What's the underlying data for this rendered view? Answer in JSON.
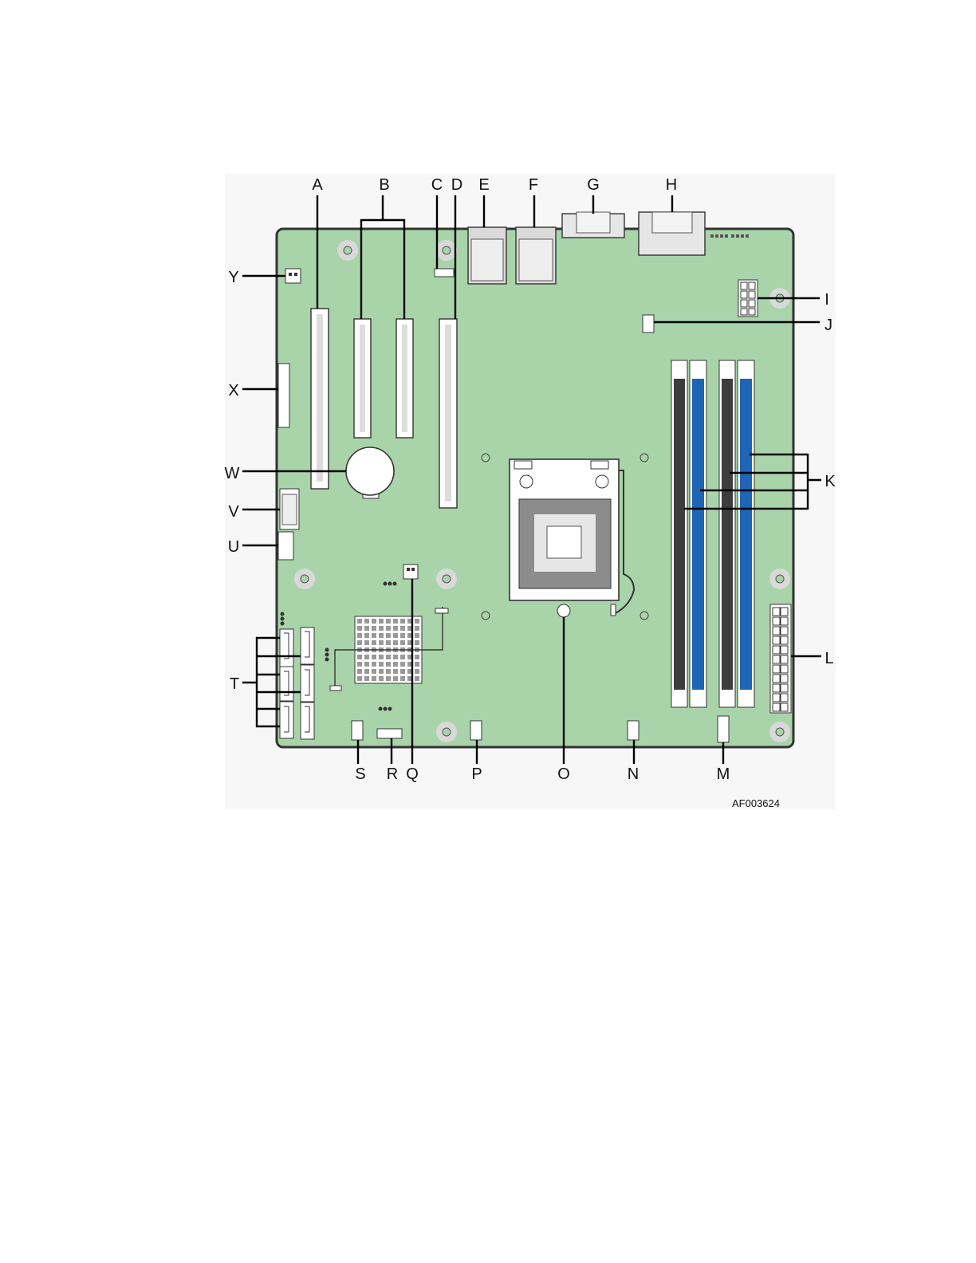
{
  "figure": {
    "figure_id": "AF003624",
    "callouts": {
      "A": "A",
      "B": "B",
      "C": "C",
      "D": "D",
      "E": "E",
      "F": "F",
      "G": "G",
      "H": "H",
      "I": "I",
      "J": "J",
      "K": "K",
      "L": "L",
      "M": "M",
      "N": "N",
      "O": "O",
      "P": "P",
      "Q": "Q",
      "R": "R",
      "S": "S",
      "T": "T",
      "U": "U",
      "V": "V",
      "W": "W",
      "X": "X",
      "Y": "Y"
    },
    "colors": {
      "board": "#a9d4a9",
      "board_edge": "#333333",
      "dimm_dark": "#3d3d3d",
      "dimm_blue": "#1f64b5",
      "slot_fill": "#ffffff",
      "socket_grey": "#8c8c8c",
      "mount_hole": "#d9d9d9"
    }
  }
}
